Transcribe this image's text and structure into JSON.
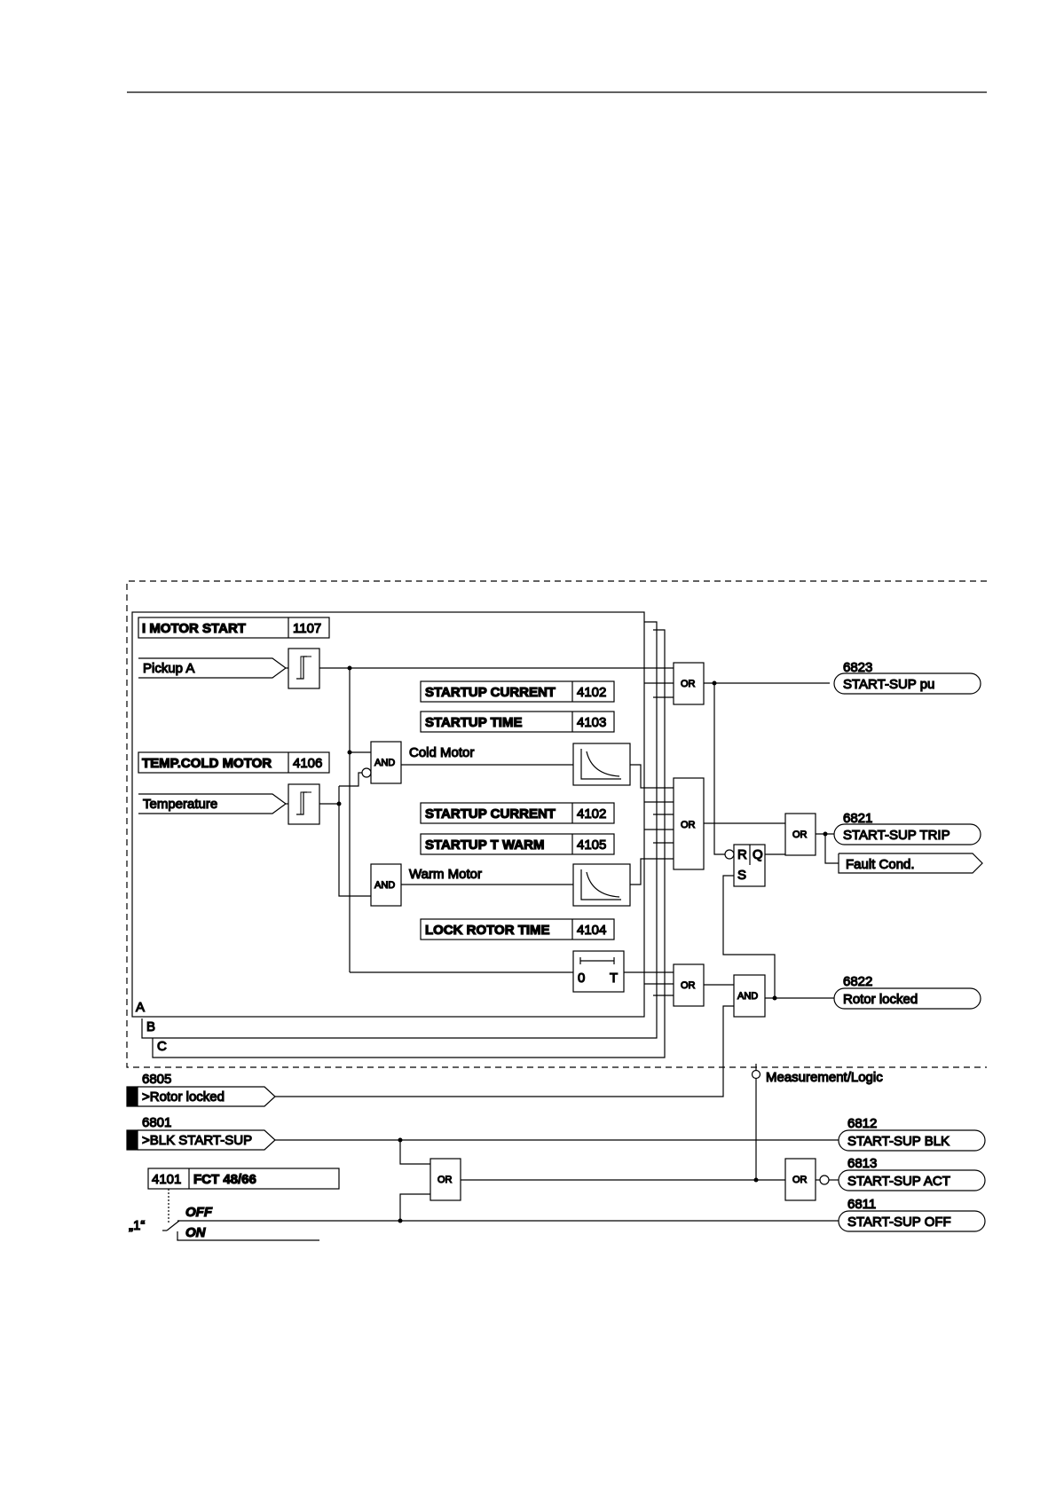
{
  "diagram": {
    "params": {
      "i_motor_start": {
        "label": "I MOTOR START",
        "addr": "1107"
      },
      "startup_current_1": {
        "label": "STARTUP CURRENT",
        "addr": "4102"
      },
      "startup_time": {
        "label": "STARTUP TIME",
        "addr": "4103"
      },
      "temp_cold_motor": {
        "label": "TEMP.COLD MOTOR",
        "addr": "4106"
      },
      "startup_current_2": {
        "label": "STARTUP CURRENT",
        "addr": "4102"
      },
      "startup_t_warm": {
        "label": "STARTUP T WARM",
        "addr": "4105"
      },
      "lock_rotor_time": {
        "label": "LOCK ROTOR TIME",
        "addr": "4104"
      },
      "fct": {
        "label": "FCT 48/66",
        "addr": "4101"
      }
    },
    "inputs": {
      "pickup": "Pickup A",
      "temperature": "Temperature",
      "rotor_locked": {
        "num": "6805",
        "label": ">Rotor locked"
      },
      "blk_start_sup": {
        "num": "6801",
        "label": ">BLK START-SUP"
      }
    },
    "signals": {
      "cold_motor": "Cold Motor",
      "warm_motor": "Warm Motor"
    },
    "timer": {
      "zero": "0",
      "t": "T"
    },
    "gates": {
      "or": "OR",
      "and": "AND",
      "r": "R",
      "s": "S",
      "q": "Q"
    },
    "phases": [
      "A",
      "B",
      "C"
    ],
    "outputs": {
      "pu": {
        "num": "6823",
        "label": "START-SUP pu"
      },
      "trip": {
        "num": "6821",
        "label": "START-SUP TRIP"
      },
      "fault": {
        "label": "Fault Cond."
      },
      "locked": {
        "num": "6822",
        "label": "Rotor locked"
      },
      "blk": {
        "num": "6812",
        "label": "START-SUP BLK"
      },
      "act": {
        "num": "6813",
        "label": "START-SUP ACT"
      },
      "off": {
        "num": "6811",
        "label": "START-SUP OFF"
      }
    },
    "measurement_logic": "Measurement/Logic",
    "switch": {
      "one": "„1“",
      "off": "OFF",
      "on": "ON"
    }
  }
}
